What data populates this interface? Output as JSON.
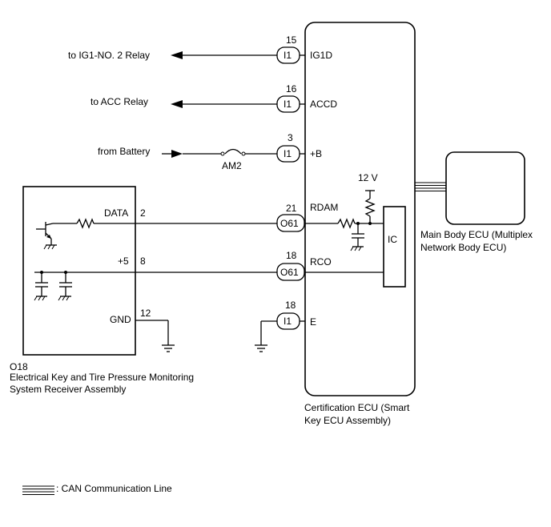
{
  "wires_out": [
    {
      "label": "to IG1-NO. 2 Relay",
      "pin": "15",
      "connector": "I1",
      "signal": "IG1D"
    },
    {
      "label": "to ACC Relay",
      "pin": "16",
      "connector": "I1",
      "signal": "ACCD"
    }
  ],
  "battery": {
    "label": "from Battery",
    "fuse": "AM2",
    "pin": "3",
    "connector": "I1",
    "signal": "+B"
  },
  "voltage": "12 V",
  "data_line": {
    "pin": "21",
    "connector": "O61",
    "signal": "RDAM",
    "receiver_label": "DATA",
    "receiver_pin": "2"
  },
  "rco_line": {
    "pin": "18",
    "connector": "O61",
    "signal": "RCO",
    "receiver_label": "+5",
    "receiver_pin": "8"
  },
  "ground": {
    "pin": "18",
    "connector": "I1",
    "signal": "E",
    "receiver_label": "GND",
    "receiver_pin": "12"
  },
  "ic_label": "IC",
  "receiver": {
    "code": "O18",
    "name_line1": "Electrical Key and Tire Pressure Monitoring",
    "name_line2": "System Receiver Assembly"
  },
  "cert_ecu": {
    "line1": "Certification ECU (Smart",
    "line2": "Key ECU Assembly)"
  },
  "main_ecu": {
    "line1": "Main Body ECU (Multiplex",
    "line2": "Network Body ECU)"
  },
  "legend": ": CAN Communication Line"
}
